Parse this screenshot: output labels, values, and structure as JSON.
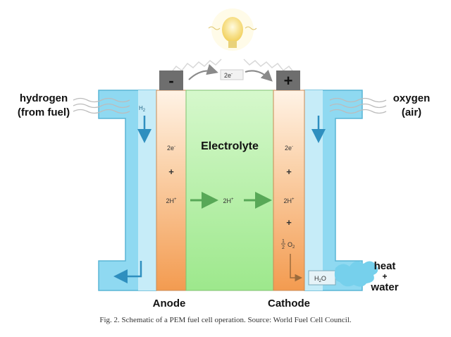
{
  "labels": {
    "hydrogen": "hydrogen",
    "from_fuel": "(from fuel)",
    "oxygen": "oxygen",
    "air": "(air)",
    "electrolyte": "Electrolyte",
    "anode": "Anode",
    "cathode": "Cathode",
    "heat": "heat",
    "plus_sign": "+",
    "water": "water",
    "minus_terminal": "-",
    "plus_terminal": "+"
  },
  "flow_labels": {
    "h2_inlet": "H",
    "h2_inlet_sub": "2",
    "electrons_top": "2e",
    "electrons_top_sup": "-",
    "anode_electrons": "2e",
    "anode_plus": "+",
    "anode_protons": "2H",
    "proton_transit": "2H",
    "cathode_electrons": "2e",
    "cathode_plus1": "+",
    "cathode_protons": "2H",
    "cathode_plus2": "+",
    "half_o2": "O",
    "h2o": "H",
    "h2o_sub": "2",
    "h2o_o": "O",
    "sup_minus": "-",
    "sup_plus": "+",
    "frac_num": "1",
    "frac_den": "2",
    "o2_sub": "2"
  },
  "caption": "Fig. 2.  Schematic of a PEM fuel cell operation. Source: World Fuel Cell Council.",
  "colors": {
    "water_blue": "#7fd3ee",
    "water_blue_dark": "#3aa7cf",
    "electrode_orange": "#f4a45f",
    "electrode_light": "#fde6cf",
    "electrolyte_green": "#a8ee9a",
    "electrolyte_light": "#d8f8cf",
    "terminal_gray": "#6f6f6f",
    "arrow_green": "#58a857",
    "bulb_yellow": "#f6dc7a"
  }
}
